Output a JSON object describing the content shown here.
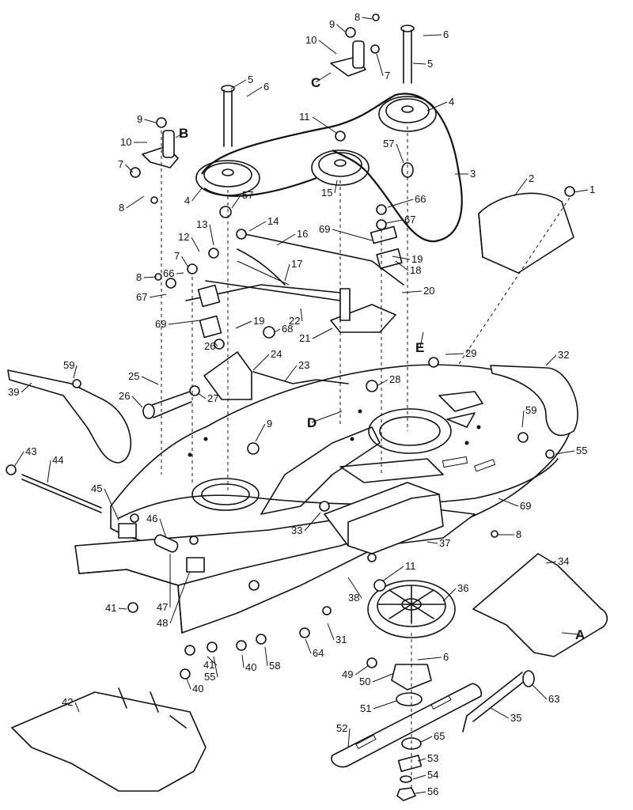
{
  "callouts": [
    {
      "id": "c1",
      "text": "1"
    },
    {
      "id": "c2",
      "text": "2"
    },
    {
      "id": "c3",
      "text": "3"
    },
    {
      "id": "c4a",
      "text": "4"
    },
    {
      "id": "c4b",
      "text": "4"
    },
    {
      "id": "c5a",
      "text": "5"
    },
    {
      "id": "c5b",
      "text": "5"
    },
    {
      "id": "c6a",
      "text": "6"
    },
    {
      "id": "c6b",
      "text": "6"
    },
    {
      "id": "c6c",
      "text": "6"
    },
    {
      "id": "c7a",
      "text": "7"
    },
    {
      "id": "c7b",
      "text": "7"
    },
    {
      "id": "c7c",
      "text": "7"
    },
    {
      "id": "c8a",
      "text": "8"
    },
    {
      "id": "c8b",
      "text": "8"
    },
    {
      "id": "c8c",
      "text": "8"
    },
    {
      "id": "c8d",
      "text": "8"
    },
    {
      "id": "c9a",
      "text": "9"
    },
    {
      "id": "c9b",
      "text": "9"
    },
    {
      "id": "c9c",
      "text": "9"
    },
    {
      "id": "c10a",
      "text": "10"
    },
    {
      "id": "c10b",
      "text": "10"
    },
    {
      "id": "c11a",
      "text": "11"
    },
    {
      "id": "c11b",
      "text": "11"
    },
    {
      "id": "c12",
      "text": "12"
    },
    {
      "id": "c13",
      "text": "13"
    },
    {
      "id": "c14",
      "text": "14"
    },
    {
      "id": "c15",
      "text": "15"
    },
    {
      "id": "c16",
      "text": "16"
    },
    {
      "id": "c17",
      "text": "17"
    },
    {
      "id": "c18",
      "text": "18"
    },
    {
      "id": "c19a",
      "text": "19"
    },
    {
      "id": "c19b",
      "text": "19"
    },
    {
      "id": "c20",
      "text": "20"
    },
    {
      "id": "c21",
      "text": "21"
    },
    {
      "id": "c22",
      "text": "22"
    },
    {
      "id": "c23",
      "text": "23"
    },
    {
      "id": "c24",
      "text": "24"
    },
    {
      "id": "c25",
      "text": "25"
    },
    {
      "id": "c26a",
      "text": "26"
    },
    {
      "id": "c26b",
      "text": "26"
    },
    {
      "id": "c27",
      "text": "27"
    },
    {
      "id": "c28",
      "text": "28"
    },
    {
      "id": "c29",
      "text": "29"
    },
    {
      "id": "c31",
      "text": "31"
    },
    {
      "id": "c32",
      "text": "32"
    },
    {
      "id": "c33",
      "text": "33"
    },
    {
      "id": "c34",
      "text": "34"
    },
    {
      "id": "c35",
      "text": "35"
    },
    {
      "id": "c36",
      "text": "36"
    },
    {
      "id": "c37",
      "text": "37"
    },
    {
      "id": "c38",
      "text": "38"
    },
    {
      "id": "c39",
      "text": "39"
    },
    {
      "id": "c40a",
      "text": "40"
    },
    {
      "id": "c40b",
      "text": "40"
    },
    {
      "id": "c41a",
      "text": "41"
    },
    {
      "id": "c41b",
      "text": "41"
    },
    {
      "id": "c42",
      "text": "42"
    },
    {
      "id": "c43",
      "text": "43"
    },
    {
      "id": "c44",
      "text": "44"
    },
    {
      "id": "c45",
      "text": "45"
    },
    {
      "id": "c46",
      "text": "46"
    },
    {
      "id": "c47",
      "text": "47"
    },
    {
      "id": "c48",
      "text": "48"
    },
    {
      "id": "c49",
      "text": "49"
    },
    {
      "id": "c50",
      "text": "50"
    },
    {
      "id": "c51",
      "text": "51"
    },
    {
      "id": "c52",
      "text": "52"
    },
    {
      "id": "c53",
      "text": "53"
    },
    {
      "id": "c54",
      "text": "54"
    },
    {
      "id": "c55a",
      "text": "55"
    },
    {
      "id": "c55b",
      "text": "55"
    },
    {
      "id": "c56",
      "text": "56"
    },
    {
      "id": "c57a",
      "text": "57"
    },
    {
      "id": "c57b",
      "text": "57"
    },
    {
      "id": "c58",
      "text": "58"
    },
    {
      "id": "c59a",
      "text": "59"
    },
    {
      "id": "c59b",
      "text": "59"
    },
    {
      "id": "c63",
      "text": "63"
    },
    {
      "id": "c64",
      "text": "64"
    },
    {
      "id": "c65",
      "text": "65"
    },
    {
      "id": "c66a",
      "text": "66"
    },
    {
      "id": "c66b",
      "text": "66"
    },
    {
      "id": "c67a",
      "text": "67"
    },
    {
      "id": "c67b",
      "text": "67"
    },
    {
      "id": "c68",
      "text": "68"
    },
    {
      "id": "c69a",
      "text": "69"
    },
    {
      "id": "c69b",
      "text": "69"
    },
    {
      "id": "c69c",
      "text": "69"
    }
  ],
  "letters": [
    {
      "id": "A",
      "text": "A"
    },
    {
      "id": "B",
      "text": "B"
    },
    {
      "id": "C",
      "text": "C"
    },
    {
      "id": "D",
      "text": "D"
    },
    {
      "id": "E",
      "text": "E"
    }
  ]
}
